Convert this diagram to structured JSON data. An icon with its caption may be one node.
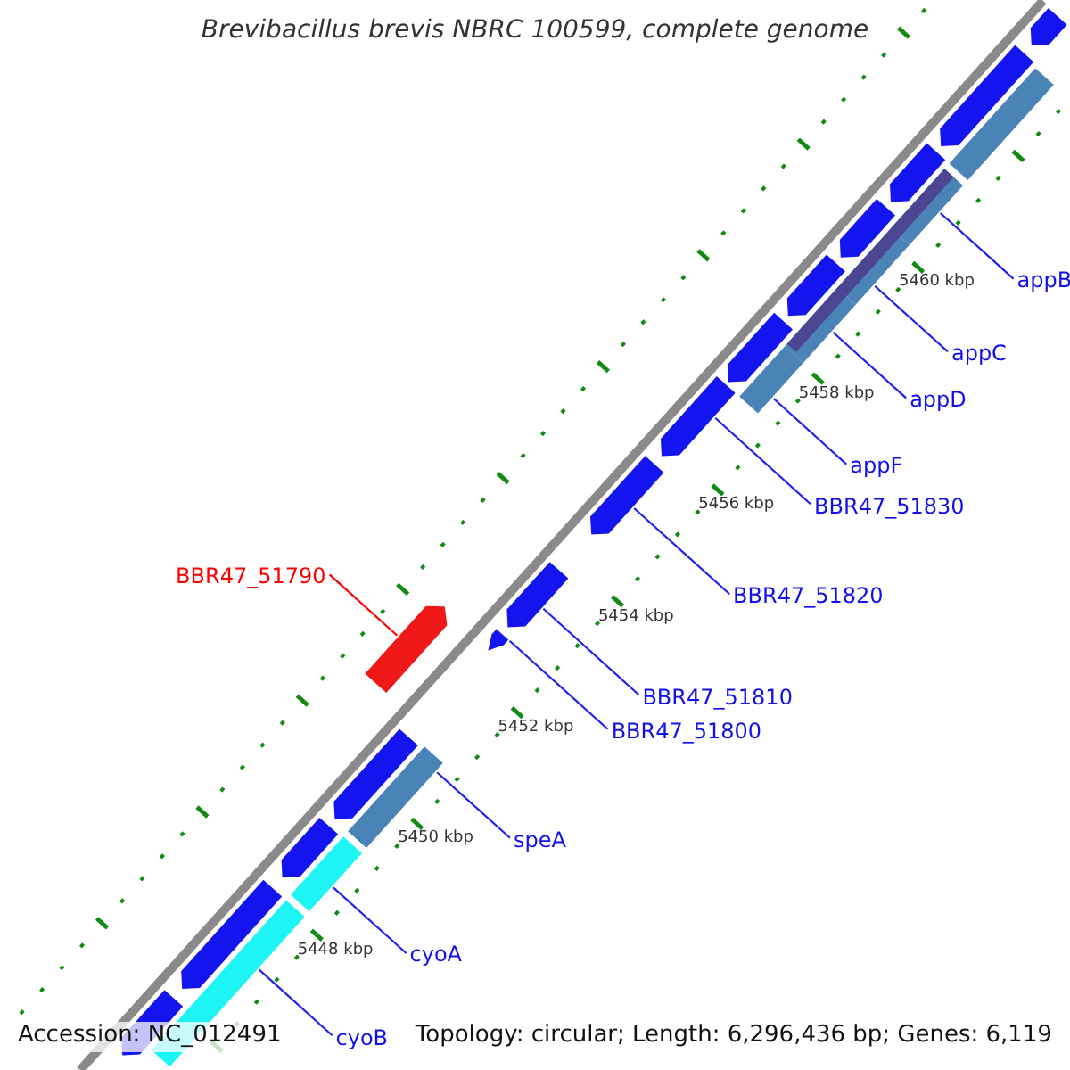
{
  "diagram": {
    "title": "Brevibacillus brevis NBRC 100599, complete genome",
    "nodes": [
      {
        "text": [
          "appB"
        ]
      },
      {
        "text": [
          "appC"
        ]
      },
      {
        "text": [
          "appD"
        ]
      },
      {
        "text": [
          "appF"
        ]
      },
      {
        "text": [
          "BBR47_51830"
        ]
      },
      {
        "text": [
          "BBR47_51790"
        ]
      },
      {
        "text": [
          "BBR47_51820"
        ]
      },
      {
        "text": [
          "BBR47_51810"
        ]
      },
      {
        "text": [
          "BBR47_51800"
        ]
      },
      {
        "text": [
          "speA"
        ]
      },
      {
        "text": [
          "cyoA"
        ]
      },
      {
        "text": [
          "cyoB"
        ]
      },
      {
        "text": [],
        "shape": "pentagon"
      },
      {
        "text": [],
        "shape": "pentagon"
      },
      {
        "text": [],
        "shape": "bar"
      },
      {
        "text": [],
        "shape": "pentagon"
      },
      {
        "text": [],
        "shape": "bar"
      },
      {
        "text": [],
        "shape": "pentagon"
      },
      {
        "text": [],
        "shape": "bar"
      },
      {
        "text": [],
        "shape": "bar"
      },
      {
        "text": [],
        "shape": "pentagon"
      },
      {
        "text": [],
        "shape": "bar"
      },
      {
        "text": [],
        "shape": "pentagon"
      },
      {
        "text": [],
        "shape": "bar"
      },
      {
        "text": [],
        "shape": "pentagon"
      },
      {
        "text": [],
        "shape": "pentagon"
      },
      {
        "text": [],
        "shape": "pentagon"
      },
      {
        "text": [],
        "shape": "pentagon"
      },
      {
        "text": [],
        "shape": "pentagon"
      },
      {
        "text": [],
        "shape": "pentagon"
      },
      {
        "text": [],
        "shape": "bar"
      },
      {
        "text": [],
        "shape": "pentagon"
      },
      {
        "text": [],
        "shape": "bar"
      },
      {
        "text": [],
        "shape": "pentagon"
      },
      {
        "text": [],
        "shape": "bar"
      },
      {
        "text": [],
        "shape": "pentagon"
      }
    ],
    "edges": [
      {
        "from": 0,
        "to": 16,
        "arrow": "none"
      },
      {
        "from": 1,
        "to": 19,
        "arrow": "none"
      },
      {
        "from": 2,
        "to": 21,
        "arrow": "none"
      },
      {
        "from": 3,
        "to": 23,
        "arrow": "none"
      },
      {
        "from": 4,
        "to": 24,
        "arrow": "none"
      },
      {
        "from": 5,
        "to": 28,
        "arrow": "none",
        "color": "#ff0000"
      },
      {
        "from": 6,
        "to": 25,
        "arrow": "none"
      },
      {
        "from": 7,
        "to": 26,
        "arrow": "none"
      },
      {
        "from": 8,
        "to": 27,
        "arrow": "none"
      },
      {
        "from": 9,
        "to": 30,
        "arrow": "none"
      },
      {
        "from": 10,
        "to": 32,
        "arrow": "none"
      },
      {
        "from": 11,
        "to": 34,
        "arrow": "none"
      }
    ],
    "labels": [
      "5460 kbp",
      "5458 kbp",
      "5456 kbp",
      "5454 kbp",
      "5452 kbp",
      "5450 kbp",
      "5448 kbp",
      "Accession: NC_012491",
      "Topology: circular; Length: 6,296,436 bp; Genes: 6,119"
    ]
  }
}
